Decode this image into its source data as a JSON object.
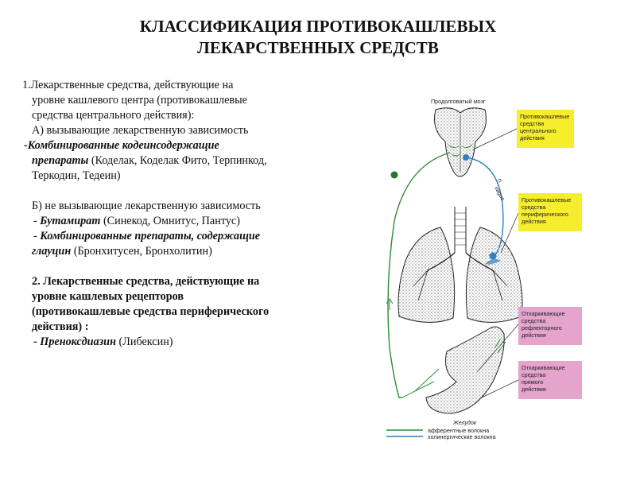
{
  "title": {
    "line1": "КЛАССИФИКАЦИЯ ПРОТИВОКАШЛЕВЫХ",
    "line2": "ЛЕКАРСТВЕННЫХ  СРЕДСТВ"
  },
  "section1": {
    "heading_l1": "1.Лекарственные средства, действующие на",
    "heading_l2": "уровне кашлевого центра (противокашлевые",
    "heading_l3": "средства центрального действия):",
    "a_title": "А) вызывающие лекарственную зависимость",
    "a_item_l1": "-Комбинированные кодеинсодержащие",
    "a_item_l2_bold": "препараты",
    "a_item_l2_rest": " (Коделак, Коделак Фито, Терпинкод,",
    "a_item_l3": "Теркодин, Тедеин)",
    "b_title": "Б) не вызывающие лекарственную зависимость",
    "b_item1_prefix": " - ",
    "b_item1_bold": "Бутамират",
    "b_item1_rest": " (Синекод, Омнитус, Пантус)",
    "b_item2_prefix": " - ",
    "b_item2_bold_l1": "Комбинированные препараты, содержащие",
    "b_item2_bold_l2": "глауцин",
    "b_item2_rest": " (Бронхитусен, Бронхолитин)"
  },
  "section2": {
    "heading_l1": "2. Лекарственные средства, действующие на",
    "heading_l2": "уровне  кашлевых рецепторов",
    "heading_l3": "(противокашлевые средства периферического",
    "heading_l4": "действия) :",
    "item_prefix": " - ",
    "item_bold": "Пренокс­диазин",
    "item_rest": " (Либексин)"
  },
  "figure": {
    "medulla_label": "Продолговатый мозг",
    "nerve_label_l1": "n.",
    "nerve_label_l2": "vagus",
    "stomach_label": "Желудок",
    "box_central": [
      "Противокашлевые",
      "средства",
      "центрального",
      "действия"
    ],
    "box_peripheral": [
      "Противокашлевые",
      "средства",
      "периферического",
      "действия"
    ],
    "box_reflex": [
      "Отхаркивающие",
      "средства",
      "рефлекторного",
      "действия"
    ],
    "box_direct": [
      "Отхаркивающие",
      "средства",
      "прямого",
      "действия"
    ],
    "legend_afferent": "афферентные волокна",
    "legend_cholinergic": "холинергические волокна",
    "colors": {
      "yellow_box": "#f6ee2c",
      "pink_box": "#e4a4cc",
      "afferent_line": "#2e8b3a",
      "cholinergic_line": "#2f7fc1"
    }
  }
}
